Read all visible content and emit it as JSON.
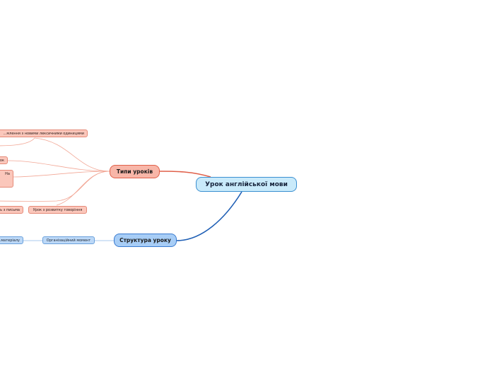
{
  "root": {
    "label": "Урок англійської мови"
  },
  "branches": [
    {
      "label": "Типи уроків",
      "color": "#e0604a",
      "children": [
        "...млення з новими лексичними одиницями",
        "...ок",
        "На",
        "...ь з письма",
        "Урок з розвитку говоріння"
      ]
    },
    {
      "label": "Структура уроку",
      "color": "#1f5fb5",
      "children": [
        "Організаційний момент",
        "...матеріалу"
      ]
    }
  ]
}
